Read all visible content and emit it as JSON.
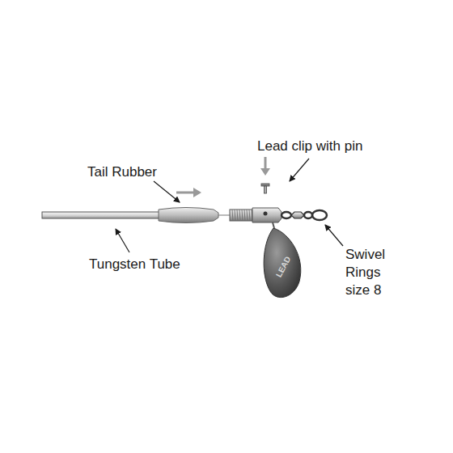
{
  "diagram": {
    "labels": [
      "Tail Rubber",
      "Lead clip with pin",
      "Tungsten Tube",
      "Swivel Rings size 8",
      "LEAD"
    ]
  }
}
